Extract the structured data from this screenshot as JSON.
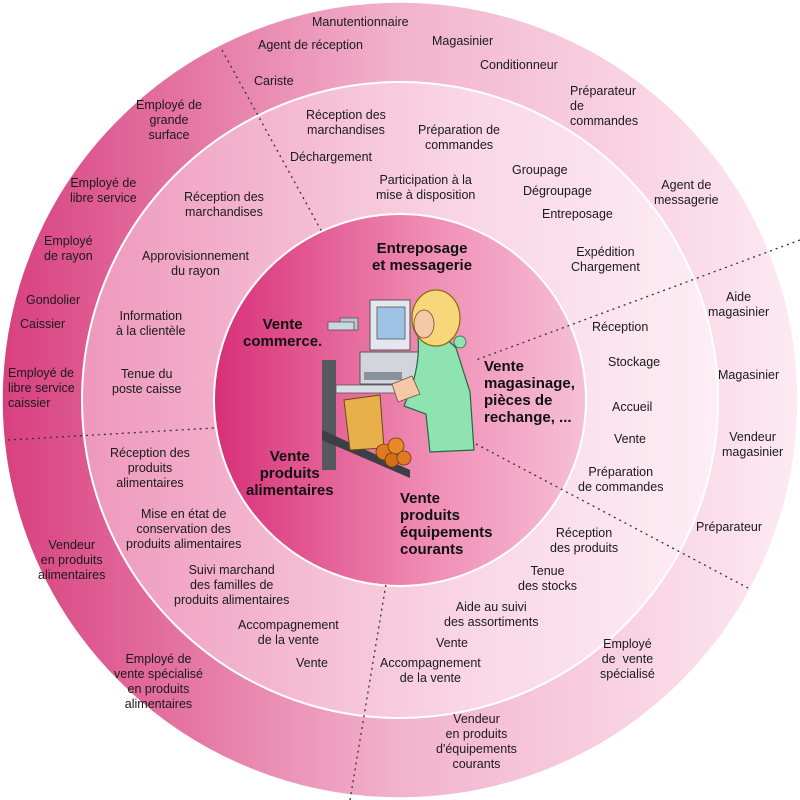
{
  "colors": {
    "outer_ring": "#e87aa6",
    "middle_ring": "#f3b7cf",
    "inner_disc": "#d0347a",
    "light": "#fde9f1"
  },
  "illustration": "cashier-at-checkout-illustration",
  "sectors": {
    "entreposage": "Entreposage\net messagerie",
    "commerce": "Vente\ncommerce.",
    "magasinage": "Vente\nmagasinage,\npièces de\nrechange, ...",
    "alimentaires": "Vente\nproduits\nalimentaires",
    "equipements": "Vente\nproduits\néquipements\ncourants"
  },
  "outer_jobs": {
    "manutentionnaire": "Manutentionnaire",
    "agent_reception": "Agent de réception",
    "magasinier_top": "Magasinier",
    "cariste": "Cariste",
    "conditionneur": "Conditionneur",
    "preparateur_commandes": "Préparateur\nde\ncommandes",
    "agent_messagerie": "Agent de\nmessagerie",
    "employe_grande_surface": "Employé de\ngrande\nsurface",
    "employe_libre_service": "Employé de\nlibre service",
    "employe_rayon": "Employé\nde rayon",
    "gondolier": "Gondolier",
    "caissier": "Caissier",
    "employe_ls_caissier": "Employé de\nlibre service\ncaissier",
    "aide_magasinier": "Aide\nmagasinier",
    "magasinier_right": "Magasinier",
    "vendeur_magasinier": "Vendeur\nmagasinier",
    "preparateur": "Préparateur",
    "vendeur_alimentaires": "Vendeur\nen produits\nalimentaires",
    "employe_vente_specialise_alim": "Employé de\nvente spécialisé\nen produits\nalimentaires",
    "employe_vente_specialise": "Employé\nde  vente\nspécialisé",
    "vendeur_equipements": "Vendeur\nen produits\nd'équipements\ncourants"
  },
  "middle_tasks": {
    "reception_marchandises_top": "Réception des\nmarchandises",
    "preparation_commandes_top": "Préparation de\ncommandes",
    "dechargement": "Déchargement",
    "groupage": "Groupage",
    "participation": "Participation à la\nmise à disposition",
    "degroupage": "Dégroupage",
    "entreposage": "Entreposage",
    "reception_marchandises_left": "Réception des\nmarchandises",
    "expedition": "Expédition\nChargement",
    "approvisionnement": "Approvisionnement\ndu rayon",
    "information": "Information\nà la clientèle",
    "reception": "Réception",
    "stockage": "Stockage",
    "tenue_caisse": "Tenue du\nposte caisse",
    "accueil": "Accueil",
    "vente_right": "Vente",
    "preparation_commandes_right": "Préparation\nde commandes",
    "reception_produits_alim": "Réception des\nproduits\nalimentaires",
    "reception_produits": "Réception\ndes produits",
    "conservation": "Mise en état de\nconservation des\nproduits alimentaires",
    "tenue_stocks": "Tenue\ndes stocks",
    "suivi_marchand": "Suivi marchand\ndes familles de\nproduits alimentaires",
    "aide_suivi": "Aide au suivi\ndes assortiments",
    "accompagnement_left": "Accompagnement\nde la vente",
    "vente_bottom_left": "Vente",
    "vente_bottom": "Vente",
    "accompagnement_bottom": "Accompagnement\nde la vente"
  }
}
